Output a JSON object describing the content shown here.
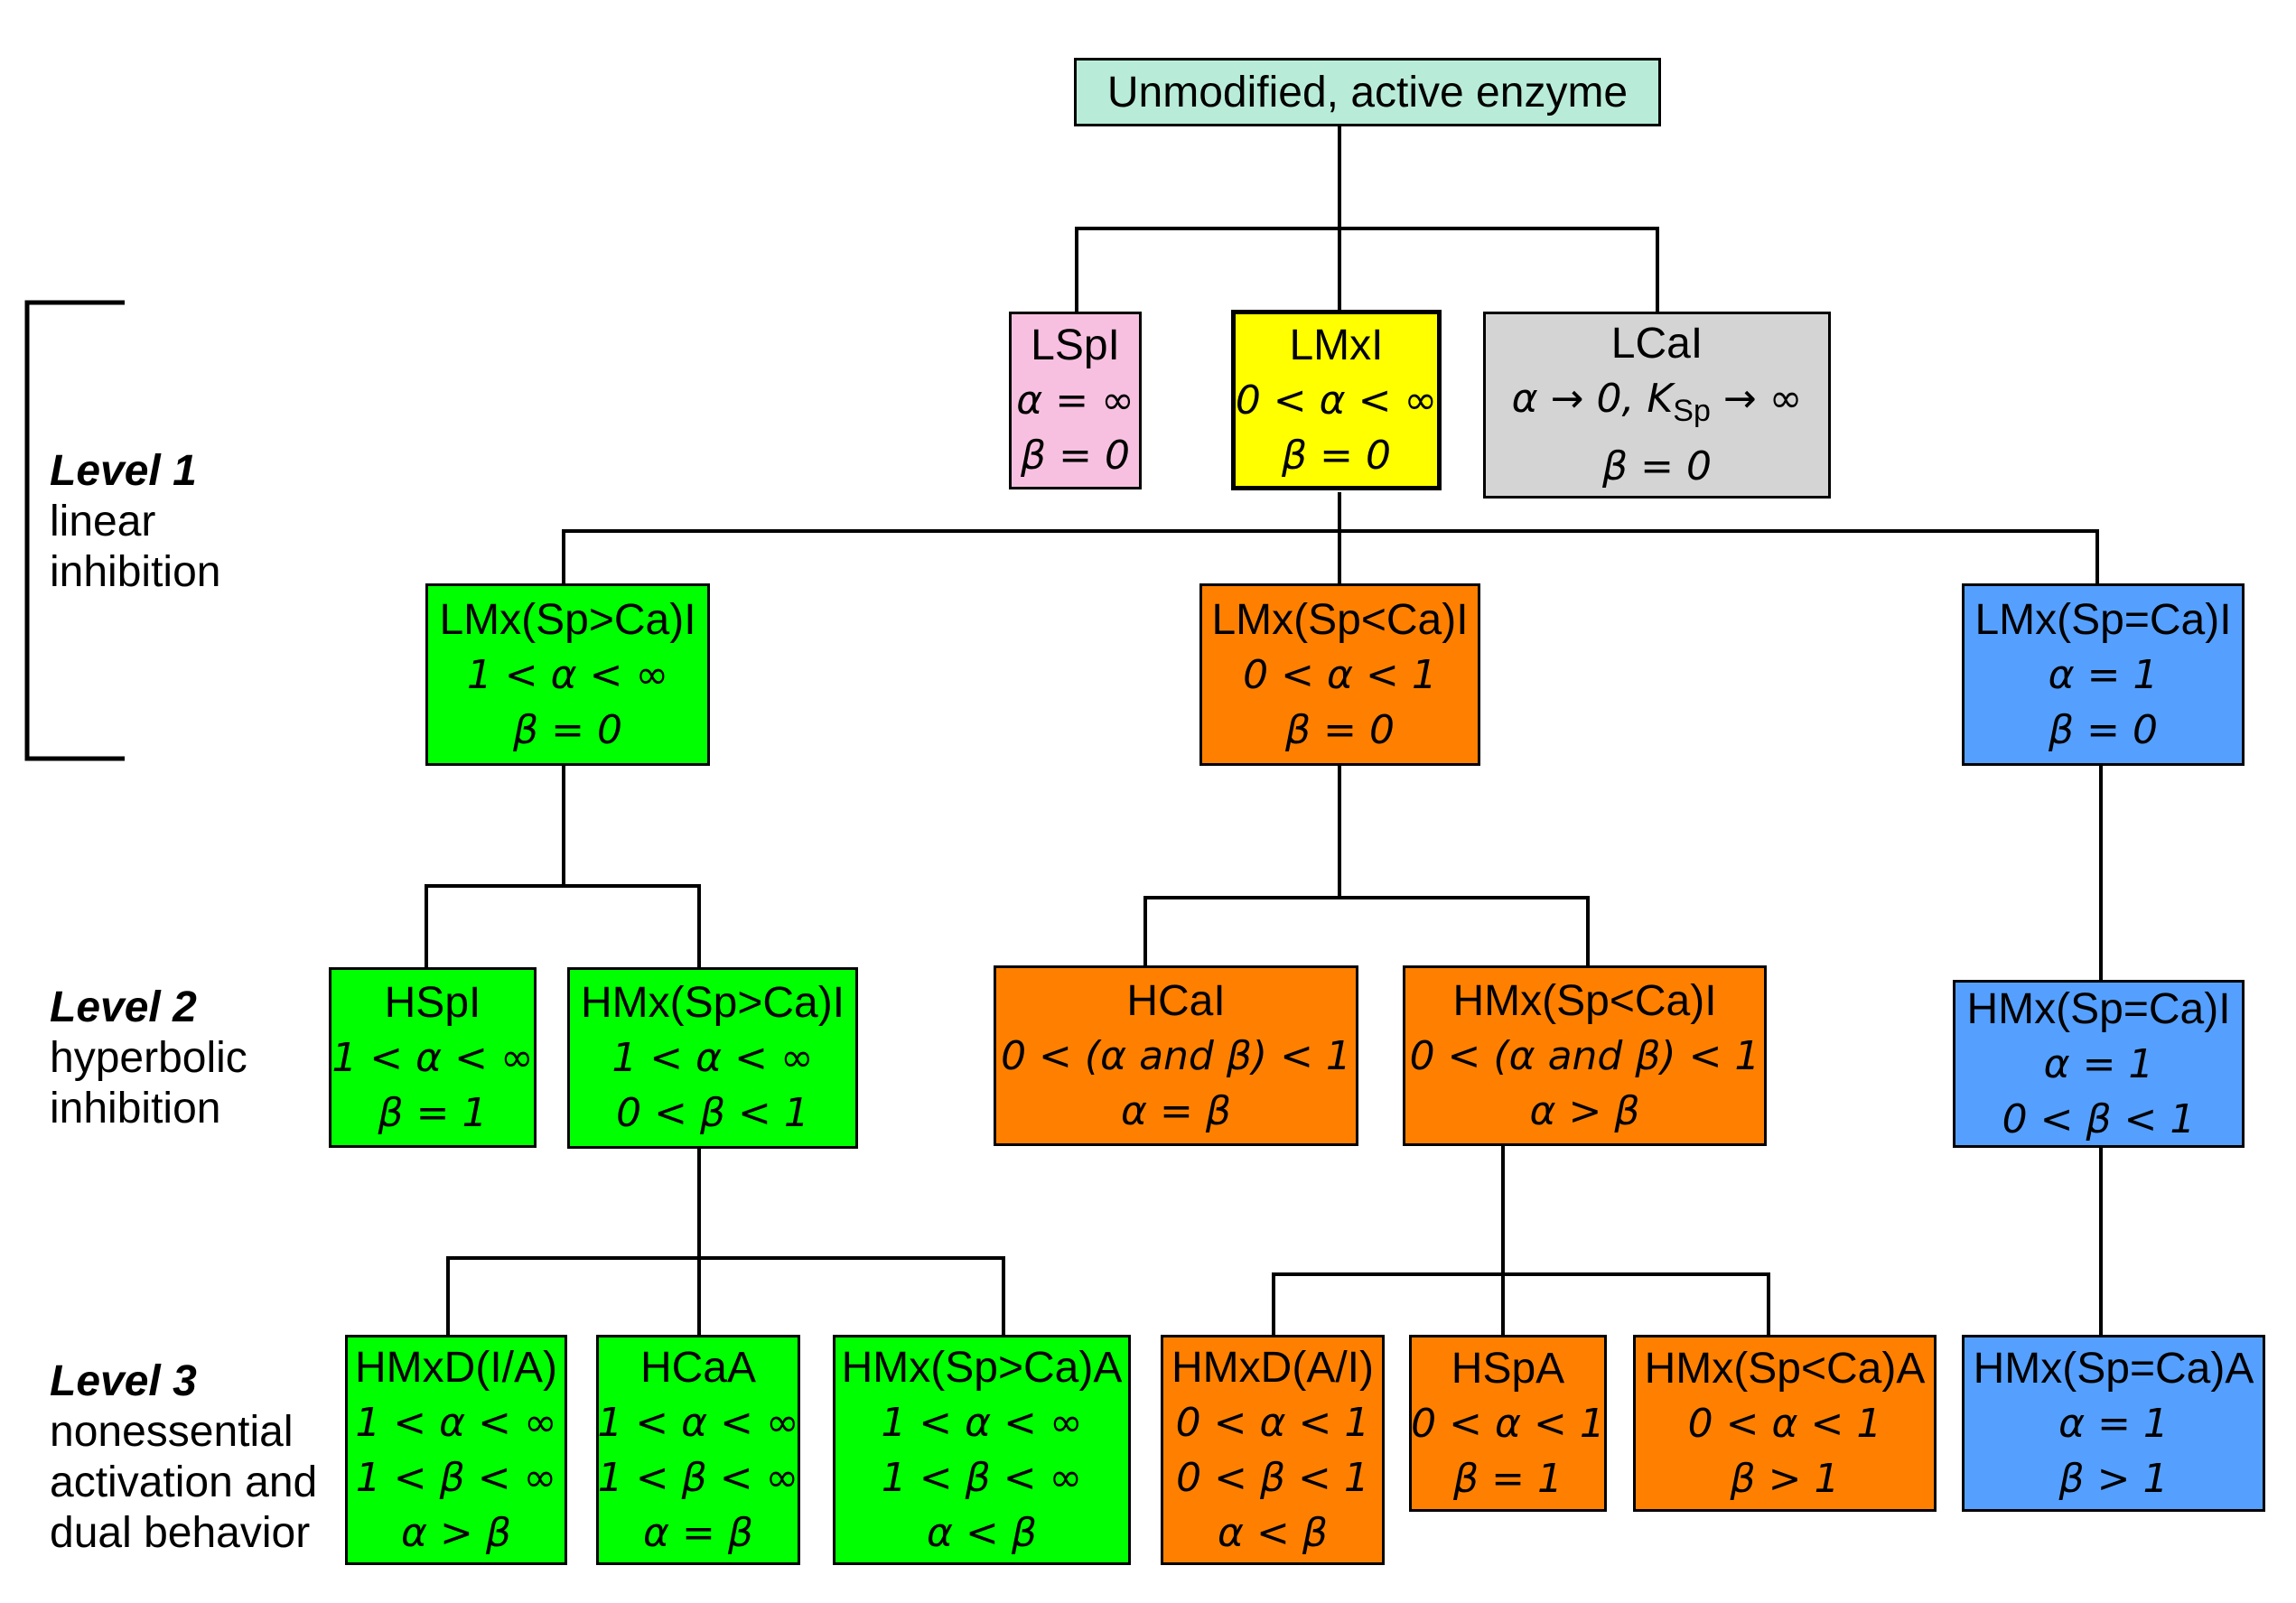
{
  "root": {
    "label": "Unmodified, active enzyme",
    "color": "#b8ecd8"
  },
  "colors": {
    "pink": "#f8c0e0",
    "yellow": "#ffff00",
    "gray": "#d4d4d4",
    "green": "#00ff00",
    "orange": "#ff8000",
    "blue": "#55a0ff"
  },
  "levels": [
    {
      "title": "Level 1",
      "lines": [
        "linear",
        "inhibition"
      ]
    },
    {
      "title": "Level 2",
      "lines": [
        "hyperbolic",
        "inhibition"
      ]
    },
    {
      "title": "Level 3",
      "lines": [
        "nonessential",
        "activation and",
        "dual behavior"
      ]
    }
  ],
  "nodes": {
    "lspi": {
      "name": "LSpI",
      "lines": [
        "α = ∞",
        "β = 0"
      ]
    },
    "lmxi": {
      "name": "LMxI",
      "lines": [
        "0 < α < ∞",
        "β = 0"
      ]
    },
    "lcai": {
      "name": "LCaI",
      "lines": [
        "α → 0, KSp → ∞",
        "β = 0"
      ]
    },
    "lmx_gt": {
      "name": "LMx(Sp>Ca)I",
      "lines": [
        "1 < α < ∞",
        "β = 0"
      ]
    },
    "lmx_lt": {
      "name": "LMx(Sp<Ca)I",
      "lines": [
        "0 < α < 1",
        "β = 0"
      ]
    },
    "lmx_eq": {
      "name": "LMx(Sp=Ca)I",
      "lines": [
        "α = 1",
        "β = 0"
      ]
    },
    "hspi": {
      "name": "HSpI",
      "lines": [
        "1 < α < ∞",
        "β = 1"
      ]
    },
    "hmx_gt_i": {
      "name": "HMx(Sp>Ca)I",
      "lines": [
        "1 < α < ∞",
        "0 < β < 1"
      ]
    },
    "hcai": {
      "name": "HCaI",
      "lines": [
        "0 < (α and β) < 1",
        "α = β"
      ]
    },
    "hmx_lt_i": {
      "name": "HMx(Sp<Ca)I",
      "lines": [
        "0 < (α and β) < 1",
        "α > β"
      ]
    },
    "hmx_eq_i": {
      "name": "HMx(Sp=Ca)I",
      "lines": [
        "α = 1",
        "0 < β < 1"
      ]
    },
    "hmxd_ia": {
      "name": "HMxD(I/A)",
      "lines": [
        "1 < α < ∞",
        "1 < β < ∞",
        "α > β"
      ]
    },
    "hcaa": {
      "name": "HCaA",
      "lines": [
        "1 < α < ∞",
        "1 < β < ∞",
        "α = β"
      ]
    },
    "hmx_gt_a": {
      "name": "HMx(Sp>Ca)A",
      "lines": [
        "1 < α < ∞",
        "1 < β < ∞",
        "α < β"
      ]
    },
    "hmxd_ai": {
      "name": "HMxD(A/I)",
      "lines": [
        "0 < α < 1",
        "0 < β < 1",
        "α < β"
      ]
    },
    "hspa": {
      "name": "HSpA",
      "lines": [
        "0 < α < 1",
        "β = 1"
      ]
    },
    "hmx_lt_a": {
      "name": "HMx(Sp<Ca)A",
      "lines": [
        "0 < α < 1",
        "β > 1"
      ]
    },
    "hmx_eq_a": {
      "name": "HMx(Sp=Ca)A",
      "lines": [
        "α = 1",
        "β > 1"
      ]
    }
  }
}
